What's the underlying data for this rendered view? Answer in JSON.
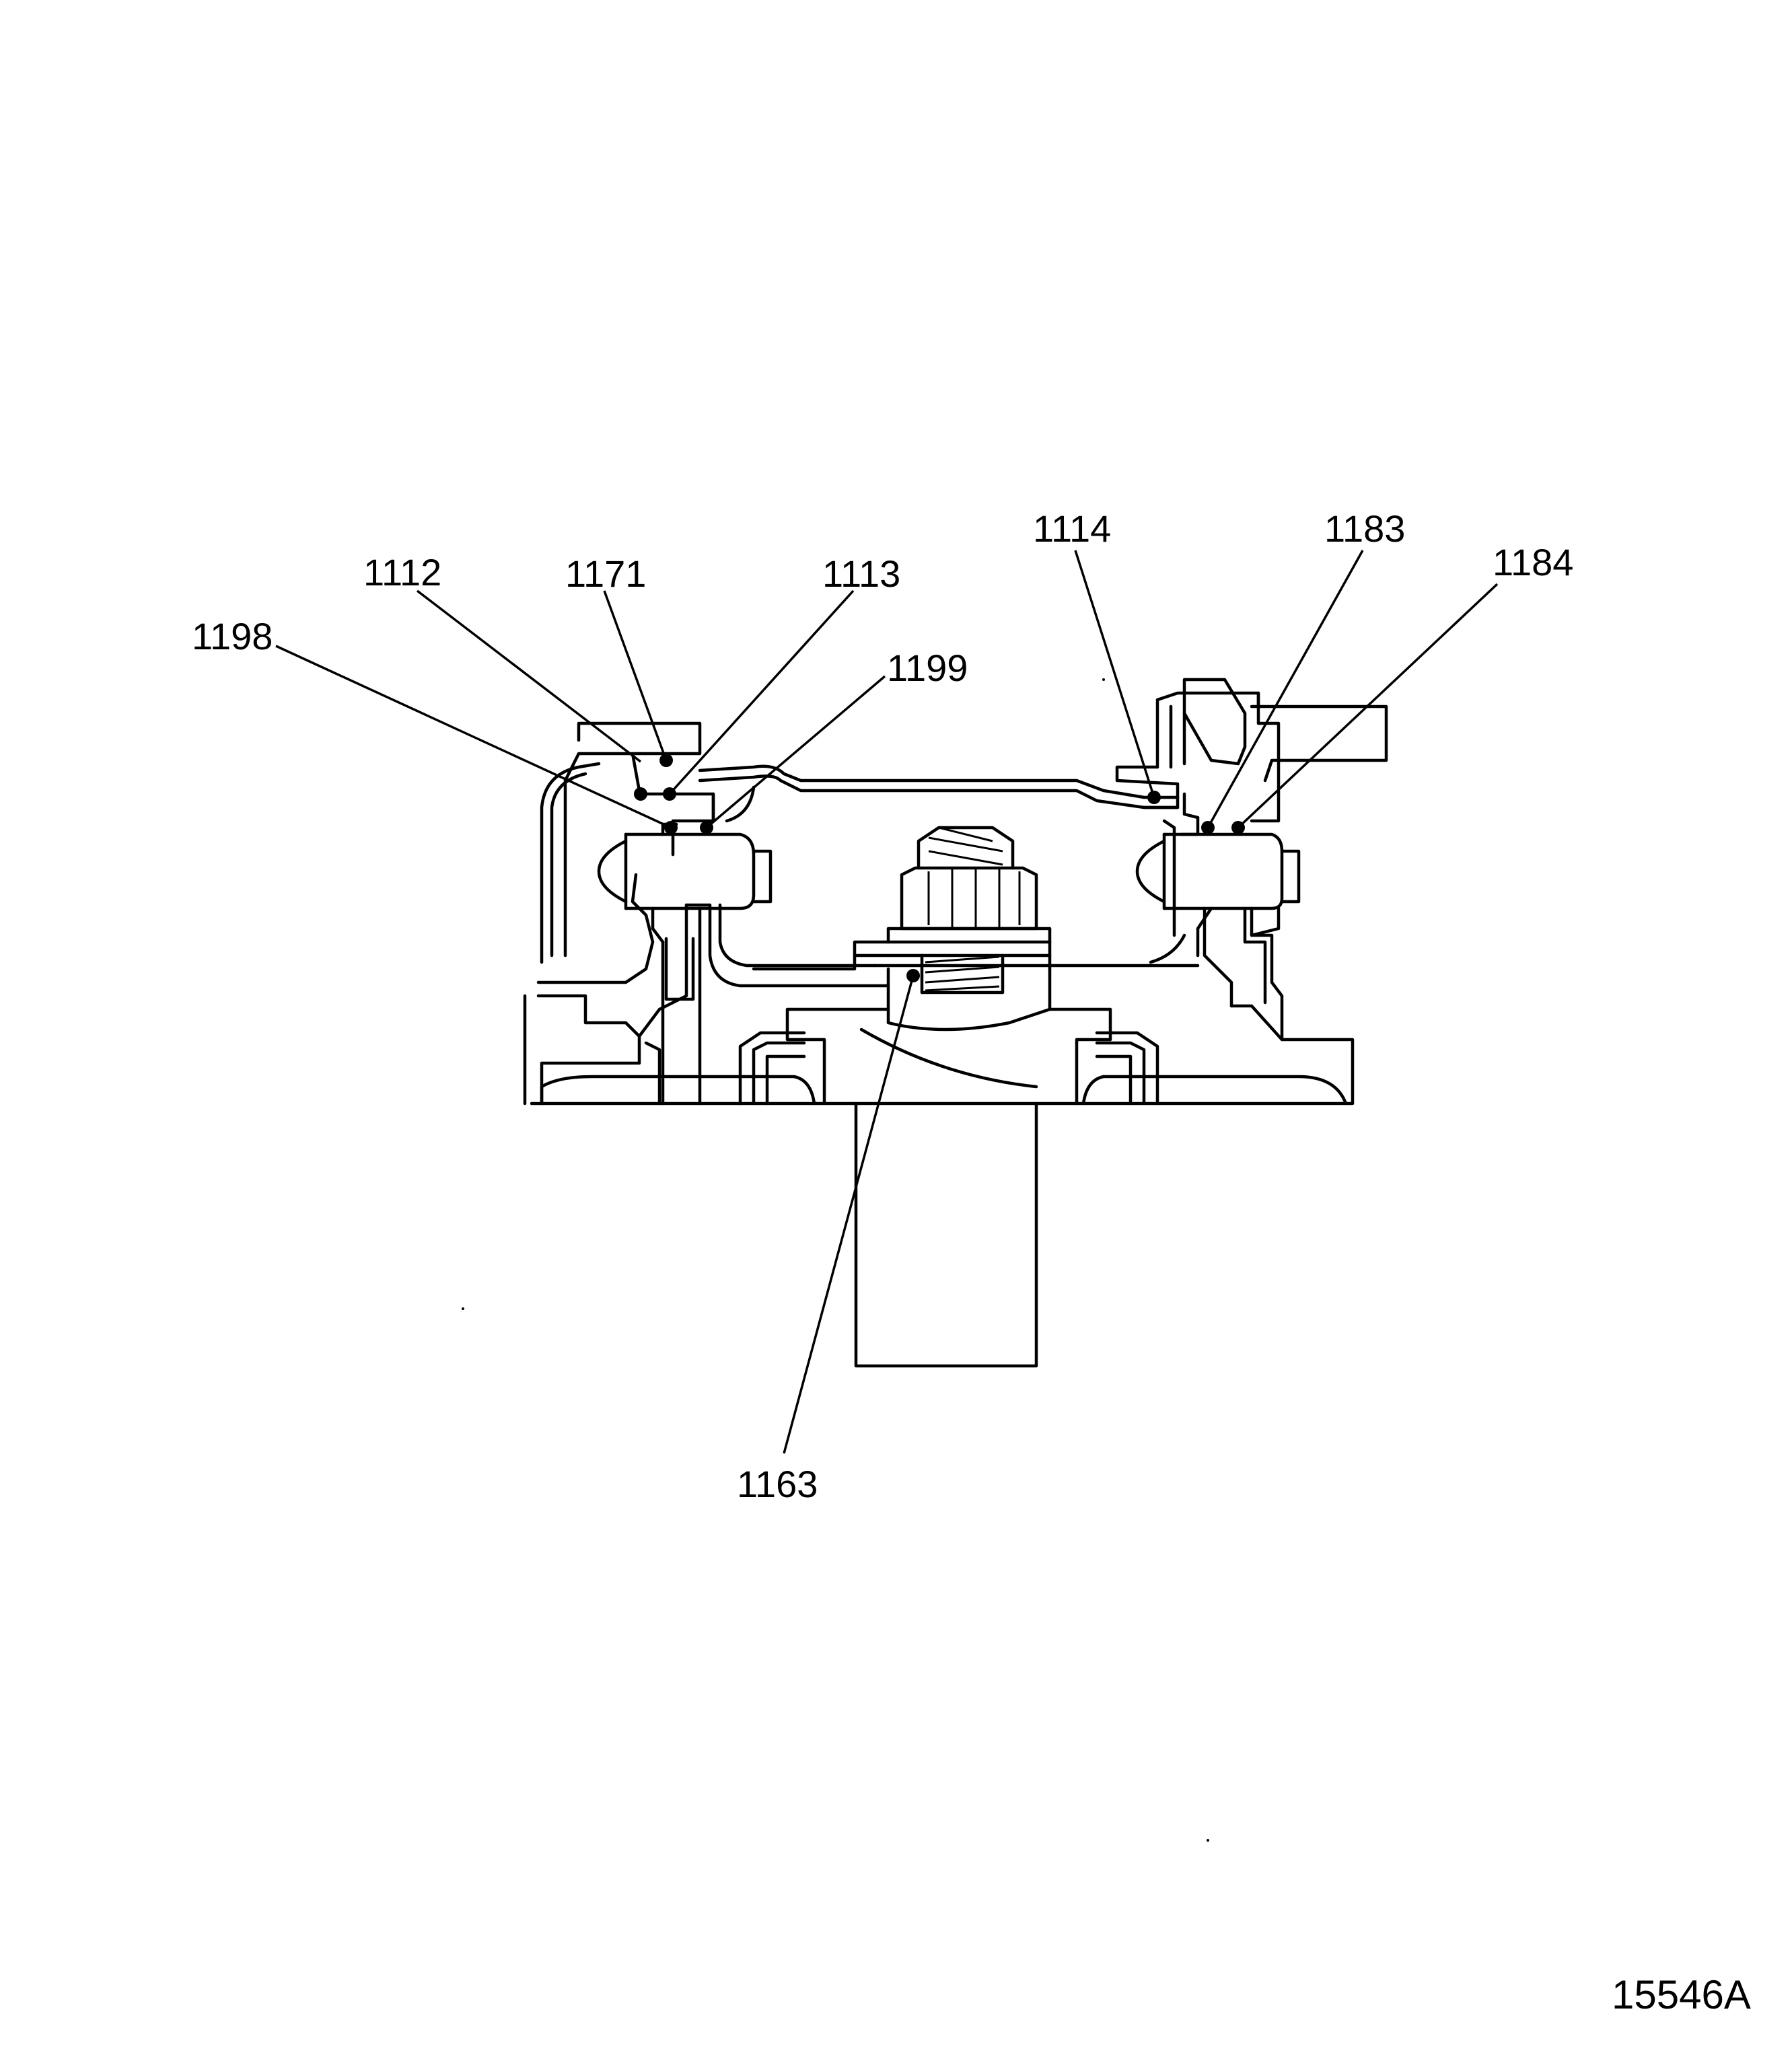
{
  "callouts": {
    "c1112": "1112",
    "c1171": "1171",
    "c1113": "1113",
    "c1198": "1198",
    "c1199": "1199",
    "c1114": "1114",
    "c1183": "1183",
    "c1184": "1184",
    "c1163": "1163"
  },
  "figure_number": "15546A"
}
